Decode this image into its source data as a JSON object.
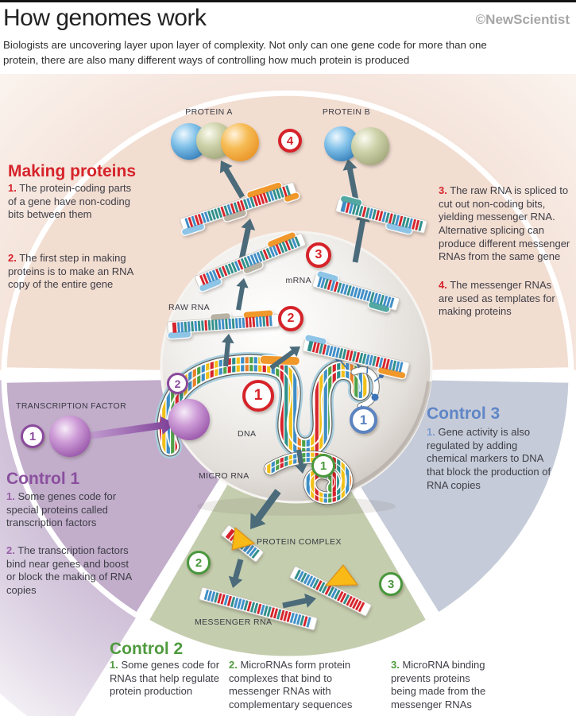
{
  "header": {
    "title": "How genomes work",
    "subtitle": "Biologists are uncovering layer upon layer of complexity. Not only can one gene code for more than one protein, there are also many different ways of controlling how much protein is produced",
    "brand": "©NewScientist"
  },
  "making_proteins": {
    "heading": "Making proteins",
    "items": [
      {
        "n": "1.",
        "t": "The protein-coding parts of a gene have non-coding bits between them"
      },
      {
        "n": "2.",
        "t": "The first step in making proteins is to make an RNA copy of the entire gene"
      },
      {
        "n": "3.",
        "t": "The raw RNA is spliced to cut out non-coding bits, yielding messenger RNA. Alternative splicing can produce different messenger RNAs from the same gene"
      },
      {
        "n": "4.",
        "t": "The messenger RNAs are used as templates for making proteins"
      }
    ]
  },
  "control1": {
    "heading": "Control 1",
    "items": [
      {
        "n": "1.",
        "t": "Some genes code for special proteins called transcription factors"
      },
      {
        "n": "2.",
        "t": "The transcription factors bind near genes and boost or block the making of RNA copies"
      }
    ]
  },
  "control2": {
    "heading": "Control 2",
    "items": [
      {
        "n": "1.",
        "t": "Some genes code for RNAs that help regulate protein production"
      },
      {
        "n": "2.",
        "t": "MicroRNAs form protein complexes that bind to messenger RNAs with complementary sequences"
      },
      {
        "n": "3.",
        "t": "MicroRNA binding prevents proteins being made from the messenger RNAs"
      }
    ]
  },
  "control3": {
    "heading": "Control 3",
    "items": [
      {
        "n": "1.",
        "t": "Gene activity is also regulated by adding chemical markers to DNA that block the production of RNA copies"
      }
    ]
  },
  "diagram": {
    "labels": {
      "protein_a": "PROTEIN A",
      "protein_b": "PROTEIN B",
      "mrna": "mRNA",
      "raw_rna": "RAW RNA",
      "dna": "DNA",
      "micro_rna": "MICRO RNA",
      "transcription_factor": "TRANSCRIPTION FACTOR",
      "protein_complex": "PROTEIN COMPLEX",
      "messenger_rna": "MESSENGER RNA"
    },
    "badges": {
      "red": [
        "1",
        "2",
        "3",
        "4"
      ],
      "purple": [
        "1",
        "2"
      ],
      "blue": [
        "1"
      ],
      "green": [
        "1",
        "2",
        "3"
      ]
    }
  },
  "colors": {
    "accent_red": "#d6232a",
    "accent_purple": "#8a4a9c",
    "accent_blue": "#5b83c0",
    "accent_green": "#49973c",
    "sector_peach": "#f2ddd1",
    "sector_purple": "#c2adcb",
    "sector_blue": "#c5cbd8",
    "sector_green": "#c4cdae"
  }
}
